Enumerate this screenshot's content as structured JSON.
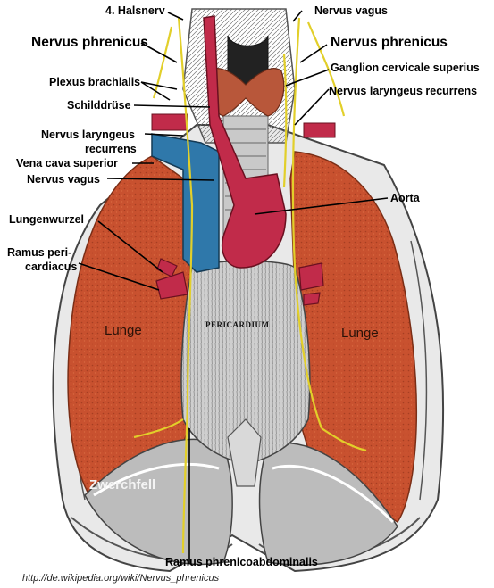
{
  "labels": {
    "halsnerv": "4. Halsnerv",
    "nervus_vagus_top": "Nervus vagus",
    "nervus_phrenicus_left": "Nervus phrenicus",
    "nervus_phrenicus_right": "Nervus phrenicus",
    "plexus_brachialis": "Plexus brachialis",
    "ganglion": "Ganglion cervicale superius",
    "schilddruese": "Schilddrüse",
    "laryngeus_recurrens_right": "Nervus laryngeus recurrens",
    "laryngeus_recurrens_left_1": "Nervus laryngeus",
    "laryngeus_recurrens_left_2": "recurrens",
    "vena_cava": "Vena cava superior",
    "nervus_vagus_left": "Nervus vagus",
    "aorta": "Aorta",
    "lungenwurzel": "Lungenwurzel",
    "ramus_pericardiacus_1": "Ramus peri-",
    "ramus_pericardiacus_2": "cardiacus",
    "pericardium": "PERICARDIUM",
    "lunge_left": "Lunge",
    "lunge_right": "Lunge",
    "zwerchfell": "Zwerchfell",
    "ramus_phrenicoabdominalis": "Ramus phrenicoabdominalis"
  },
  "source": "http://de.wikipedia.org/wiki/Nervus_phrenicus",
  "colors": {
    "lung": "#c8512f",
    "vena_cava": "#2f78aa",
    "aorta": "#c12b4a",
    "thyroid": "#b8573a",
    "nerve": "#e2cf2a",
    "pericardium": "#c9c9c9"
  }
}
